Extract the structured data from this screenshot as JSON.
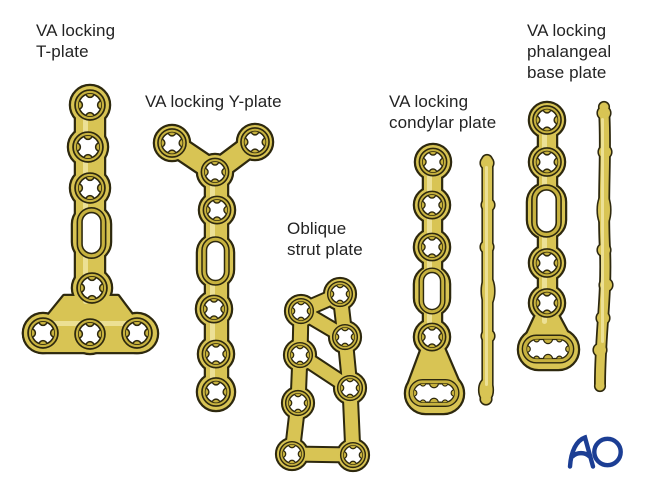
{
  "labels": {
    "t_plate": {
      "line1": "VA locking",
      "line2": "T-plate"
    },
    "y_plate": {
      "line1": "VA locking Y-plate"
    },
    "strut_plate": {
      "line1": "Oblique",
      "line2": "strut plate"
    },
    "condylar_plate": {
      "line1": "VA locking",
      "line2": "condylar plate"
    },
    "phalangeal_plate": {
      "line1": "VA locking",
      "line2": "phalangeal",
      "line3": "base plate"
    }
  },
  "logo": {
    "text": "AO"
  },
  "colors": {
    "gold": "#d8c454",
    "gold-ring": "#c7b23f",
    "gold-highlight": "#f5edb0",
    "outline": "#2d280e",
    "text-color": "#232323",
    "ao-blue": "#1c3e94",
    "background": "#ffffff"
  }
}
